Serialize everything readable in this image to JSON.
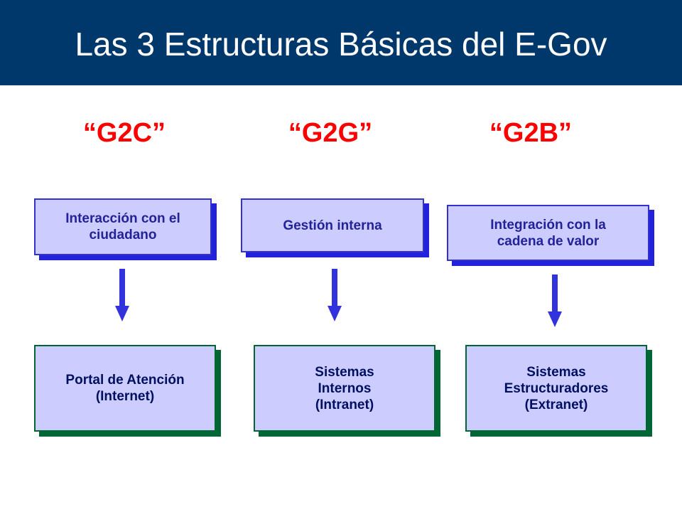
{
  "title": "Las 3 Estructuras Básicas del E-Gov",
  "categories": [
    "“G2C”",
    "“G2G”",
    "“G2B”"
  ],
  "top_boxes": [
    "Interacción con el\nciudadano",
    "Gestión interna",
    "Integración con la\ncadena de valor"
  ],
  "bottom_boxes": [
    "Portal de Atención\n(Internet)",
    "Sistemas\nInternos\n(Intranet)",
    "Sistemas\nEstructuradores\n(Extranet)"
  ],
  "colors": {
    "title_bg": "#00386b",
    "category": "#ff0000",
    "box_fill": "#ccccff",
    "arrow": "#3333dd"
  }
}
